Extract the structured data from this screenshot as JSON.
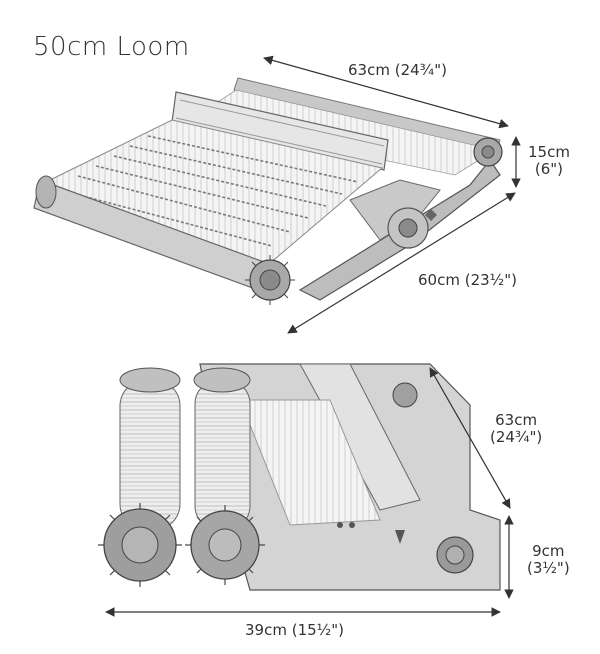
{
  "title": "50cm Loom",
  "dimensions": {
    "top_width": "63cm (24¾\")",
    "top_depth": "60cm (23½\")",
    "top_height_cm": "15cm",
    "top_height_in": "(6\")",
    "folded_depth_cm": "63cm",
    "folded_depth_in": "(24¾\")",
    "folded_height_cm": "9cm",
    "folded_height_in": "(3½\")",
    "folded_length": "39cm (15½\")"
  },
  "colors": {
    "wood": "#b8b8b8",
    "wood_light": "#d9d9d9",
    "metal": "#8a8a8a",
    "line": "#333333",
    "thread": "#f2f2f2"
  },
  "icons": [
    "logo-emblem"
  ]
}
